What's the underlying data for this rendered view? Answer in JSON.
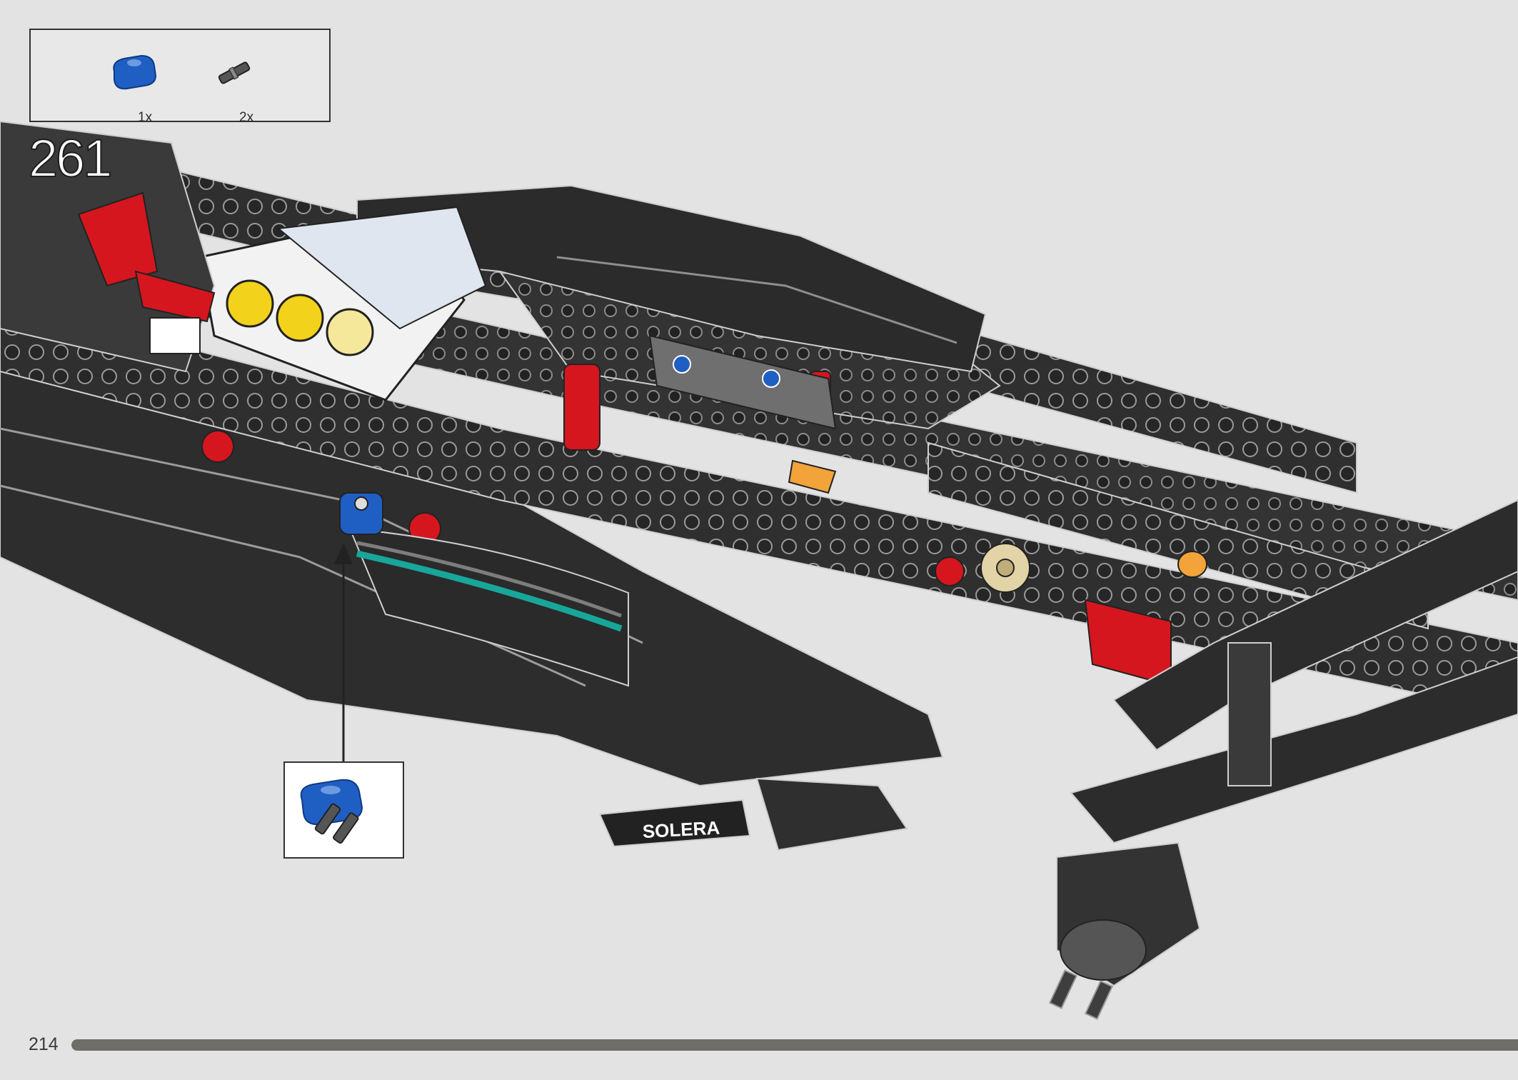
{
  "parts_list": {
    "items": [
      {
        "part": "blue-double-pin-connector",
        "quantity": "1x",
        "color": "#1f5fc4"
      },
      {
        "part": "gray-axle-pin",
        "quantity": "2x",
        "color": "#555555"
      }
    ]
  },
  "step": {
    "number": "261"
  },
  "model": {
    "sponsor_decal": "SOLERA",
    "body_color": "#2f2f2f",
    "accent_colors": [
      "#d5161e",
      "#1f5fc4",
      "#f2a33a",
      "#f3d21b",
      "#18a69a",
      "#b0b0b0"
    ]
  },
  "callout": {
    "part": "blue-double-pin-connector",
    "color": "#1f5fc4"
  },
  "footer": {
    "page_number": "214",
    "progress": 1.0
  }
}
